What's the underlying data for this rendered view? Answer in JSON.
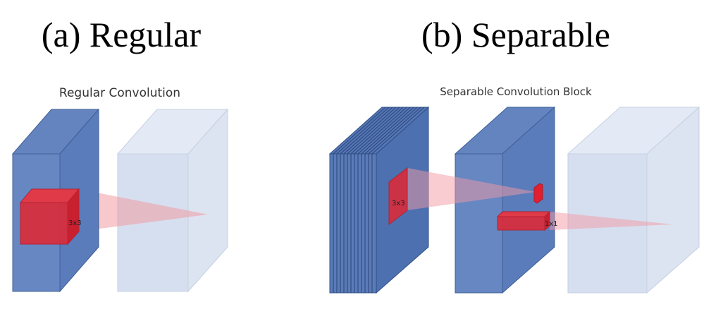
{
  "panels": {
    "a": {
      "heading": "(a) Regular",
      "subtitle": "Regular Convolution",
      "kernel_label": "3x3"
    },
    "b": {
      "heading": "(b) Separable",
      "subtitle": "Separable Convolution Block",
      "depthwise_label": "3x3",
      "pointwise_label": "1x1"
    }
  },
  "colors": {
    "input_volume": "#5577b5",
    "input_edge": "#3f5f95",
    "output_volume": "#d6dff0",
    "output_edge": "#c2cde2",
    "kernel": "#d92b3a",
    "projection": "#f4a7ad"
  }
}
